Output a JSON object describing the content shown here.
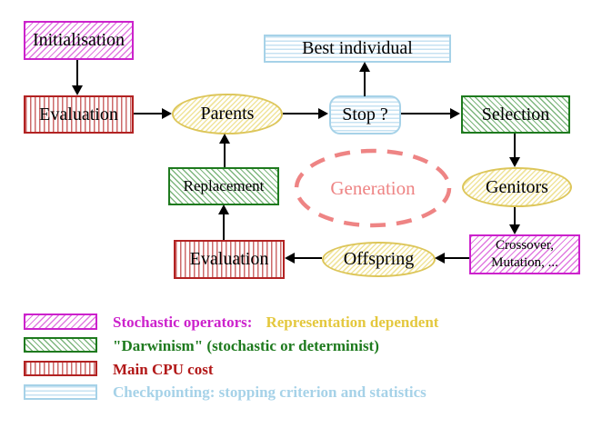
{
  "nodes": {
    "initialisation": "Initialisation",
    "evaluation_top": "Evaluation",
    "parents": "Parents",
    "best_individual": "Best individual",
    "stop": "Stop ?",
    "selection": "Selection",
    "genitors": "Genitors",
    "crossover_line1": "Crossover,",
    "crossover_line2": "Mutation, ...",
    "offspring": "Offspring",
    "evaluation_bottom": "Evaluation",
    "replacement": "Replacement",
    "generation": "Generation"
  },
  "legend": {
    "stochastic": {
      "label": "Stochastic operators:",
      "suffix": "Representation dependent"
    },
    "darwinism": {
      "label": "\"Darwinism\" (stochastic or determinist)"
    },
    "cpu": {
      "label": "Main CPU cost"
    },
    "checkpointing": {
      "label": "Checkpointing: stopping criterion and statistics"
    }
  },
  "colors": {
    "magenta": "#cc22cc",
    "green": "#1e7a1e",
    "dark_red": "#b21818",
    "light_blue": "#a6d2e8",
    "yellow_gold": "#e4c83e",
    "yellow_border": "#ddc65a",
    "salmon": "#ee8484",
    "arrow_black": "#000000"
  }
}
